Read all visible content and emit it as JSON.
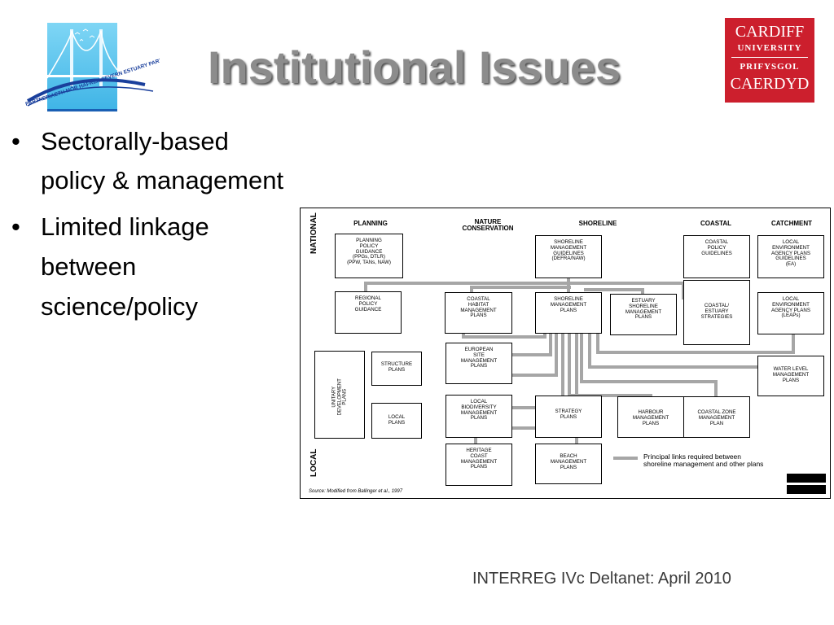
{
  "title": "Institutional Issues",
  "logo_left": {
    "text": "PARTNERIAETH MÔR HAFREN   SEVERN ESTUARY PARTNERSHIP"
  },
  "logo_right": {
    "line1": "CARDIFF",
    "line2": "UNIVERSITY",
    "line3": "PRIFYSGOL",
    "line4": "CAERDYD"
  },
  "bullets": [
    {
      "lines": [
        "Sectorally-based",
        "policy & management"
      ]
    },
    {
      "lines": [
        "Limited  linkage",
        "between",
        "science/policy"
      ]
    }
  ],
  "diagram": {
    "columns": [
      "PLANNING",
      "NATURE\nCONSERVATION",
      "SHORELINE",
      "COASTAL",
      "CATCHMENT"
    ],
    "side_top": "NATIONAL",
    "side_bottom": "LOCAL",
    "boxes": {
      "planning_policy": "PLANNING\nPOLICY\nGUIDANCE\n(PPGs, DTLR)\n(PPW, TANs, NAW)",
      "shoreline_guidelines": "SHORELINE\nMANAGEMENT\nGUIDELINES\n(DEFRA/NAW)",
      "coastal_policy": "COASTAL\nPOLICY\nGUIDELINES",
      "local_env_guidelines": "LOCAL\nENVIRONMENT\nAGENCY PLANS\nGUIDELINES\n(EA)",
      "regional_policy": "REGIONAL\nPOLICY\nGUIDANCE",
      "coastal_habitat": "COASTAL\nHABITAT\nMANAGEMENT\nPLANS",
      "shoreline_plans": "SHORELINE\nMANAGEMENT\nPLANS",
      "estuary_shoreline": "ESTUARY\nSHORELINE\nMANAGEMENT\nPLANS",
      "coastal_estuary": "COASTAL/\nESTUARY\nSTRATEGIES",
      "leaps": "LOCAL\nENVIRONMENT\nAGENCY PLANS\n(LEAPs)",
      "unitary": "UNITARY\nDEVELOPMENT\nPLANS",
      "structure": "STRUCTURE\nPLANS",
      "european_site": "EUROPEAN\nSITE\nMANAGEMENT\nPLANS",
      "water_level": "WATER LEVEL\nMANAGEMENT\nPLANS",
      "local_plans": "LOCAL\nPLANS",
      "local_biodiversity": "LOCAL\nBIODIVERSITY\nMANAGEMENT\nPLANS",
      "strategy": "STRATEGY\nPLANS",
      "harbour": "HARBOUR\nMANAGEMENT\nPLANS",
      "coastal_zone": "COASTAL ZONE\nMANAGEMENT\nPLAN",
      "heritage": "HERITAGE\nCOAST\nMANAGEMENT\nPLANS",
      "beach": "BEACH\nMANAGEMENT\nPLANS"
    },
    "legend": "Principal links required between\nshoreline management and other plans",
    "source": "Source: Modified from Ballinger et al., 1997"
  },
  "footer": "INTERREG IVc Deltanet: April 2010",
  "colors": {
    "title": "#8c8c8c",
    "cardiff_red": "#cc1f2d",
    "link_gray": "#a6a6a6",
    "logo_blue": "#5bc8ee"
  }
}
